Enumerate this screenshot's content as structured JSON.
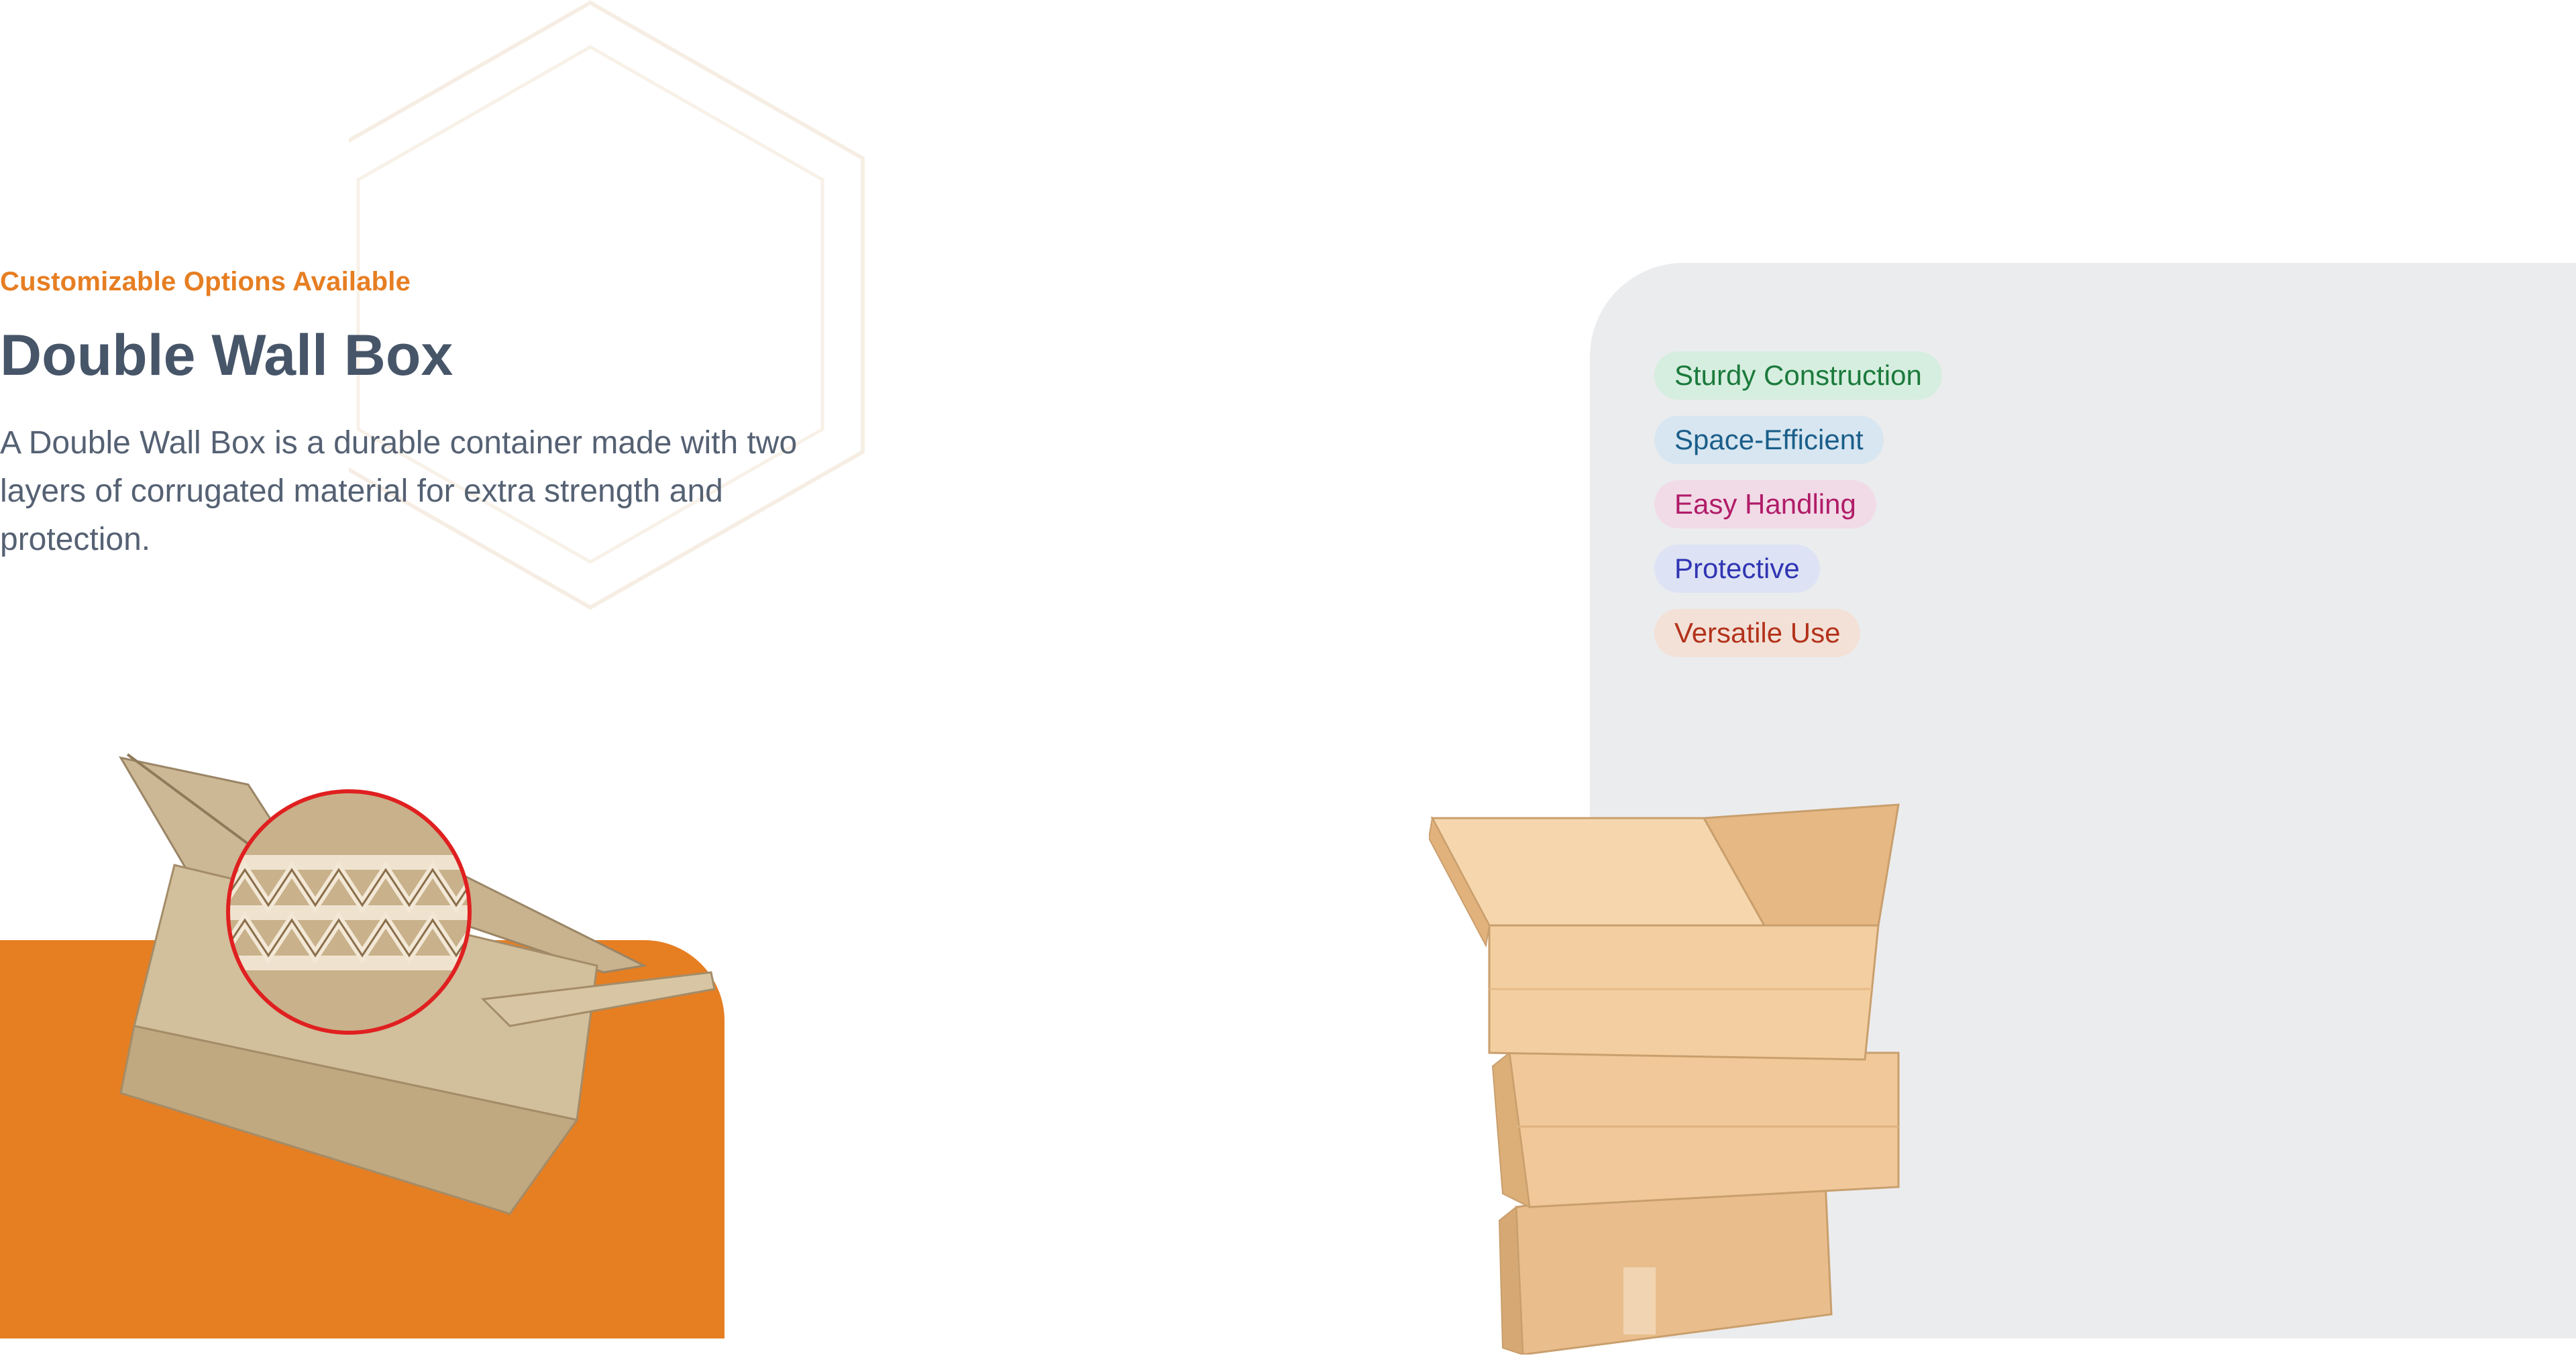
{
  "hero": {
    "eyebrow": "Customizable Options Available",
    "title": "Double Wall Box",
    "description": "A Double Wall Box is a durable container made with two layers of corrugated material for extra strength and protection."
  },
  "features": [
    {
      "label": "Sturdy Construction"
    },
    {
      "label": "Space-Efficient"
    },
    {
      "label": "Easy Handling"
    },
    {
      "label": "Protective"
    },
    {
      "label": "Versatile Use"
    }
  ],
  "colors": {
    "accent": "#e67e22",
    "heading": "#475569",
    "panel_gray": "#ebecee",
    "cardboard": "#d9b48a",
    "zoom_ring": "#e02020"
  },
  "images": {
    "left": "double-wall-box-illustration",
    "right": "stacked-cardboard-boxes"
  }
}
